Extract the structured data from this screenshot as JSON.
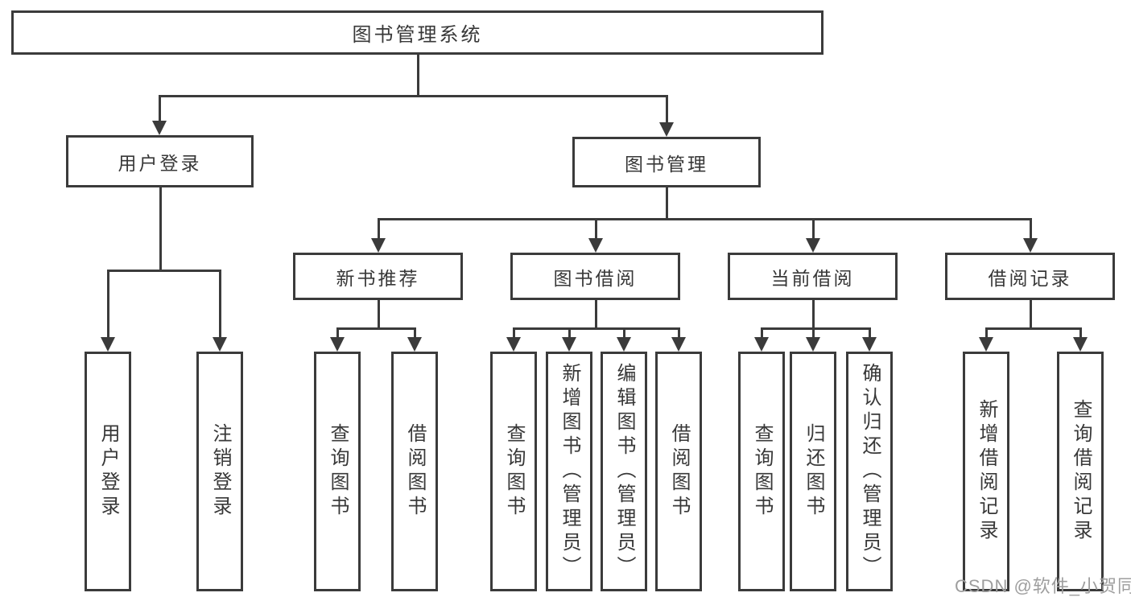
{
  "diagram": {
    "title": "图书管理系统",
    "root": {
      "label": "图书管理系统"
    },
    "level2": [
      {
        "label": "用户登录"
      },
      {
        "label": "图书管理"
      }
    ],
    "level3": [
      {
        "label": "新书推荐"
      },
      {
        "label": "图书借阅"
      },
      {
        "label": "当前借阅"
      },
      {
        "label": "借阅记录"
      }
    ],
    "leaves": [
      {
        "label": "用户登录"
      },
      {
        "label": "注销登录"
      },
      {
        "label": "查询图书"
      },
      {
        "label": "借阅图书"
      },
      {
        "label": "查询图书"
      },
      {
        "label": "新增图书（管理员）"
      },
      {
        "label": "编辑图书（管理员）"
      },
      {
        "label": "借阅图书"
      },
      {
        "label": "查询图书"
      },
      {
        "label": "归还图书"
      },
      {
        "label": "确认归还（管理员）"
      },
      {
        "label": "新增借阅记录"
      },
      {
        "label": "查询借阅记录"
      }
    ],
    "colors": {
      "border": "#3b3b3b",
      "line": "#3b3b3b",
      "text": "#383838",
      "background": "#ffffff",
      "watermark": "#9e9e9e"
    }
  },
  "watermark": {
    "text": "CSDN @软件_小贺同学"
  }
}
